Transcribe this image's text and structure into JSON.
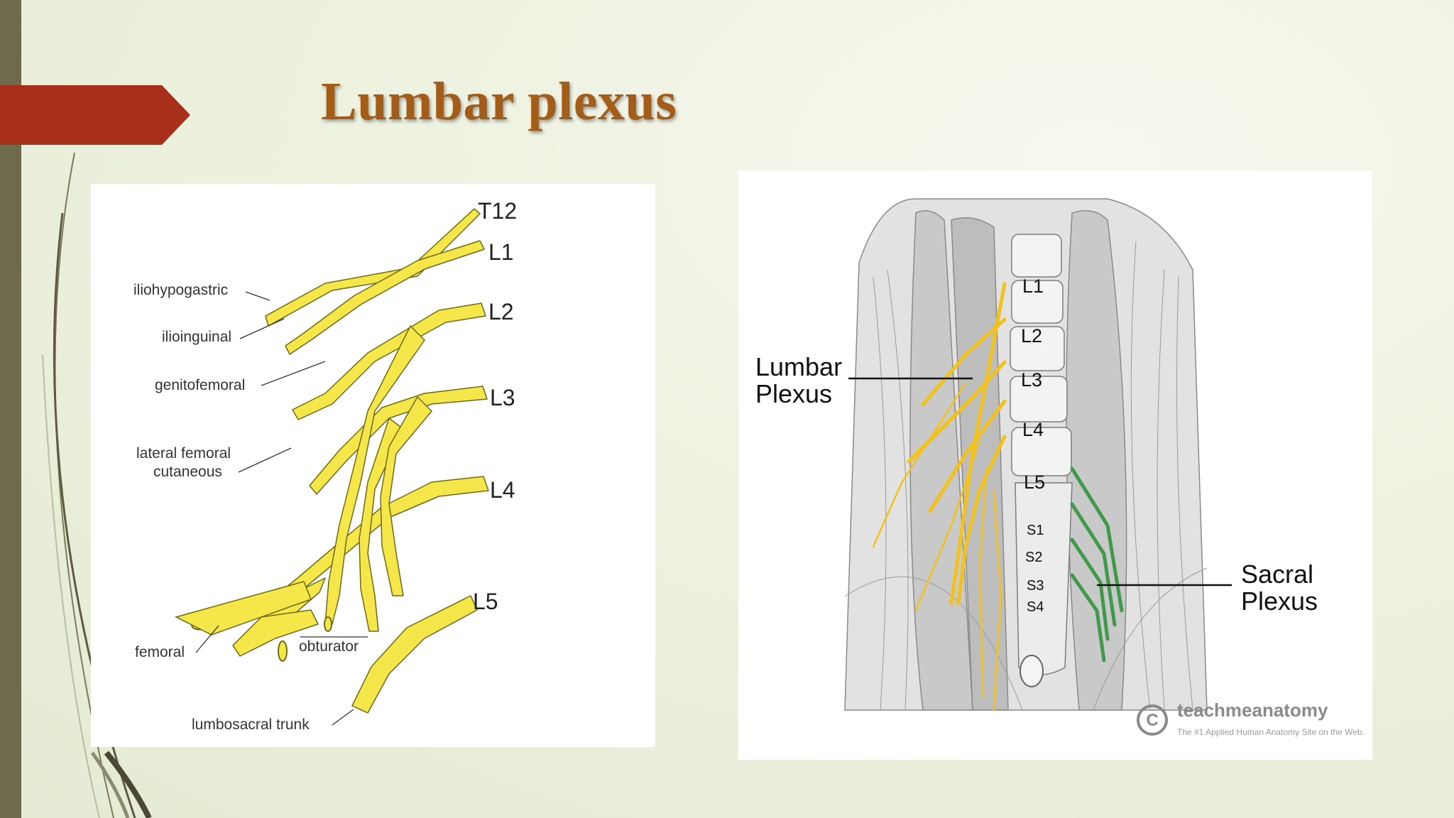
{
  "slide": {
    "title": "Lumbar plexus",
    "colors": {
      "accent_red": "#a8301a",
      "title": "#a45d18",
      "side_bar": "#6e6a4c",
      "nerve_yellow": "#f5e64a",
      "nerve_gold": "#f2c21a",
      "sacral_green": "#3f9a4a"
    }
  },
  "left_diagram": {
    "segments": [
      "T12",
      "L1",
      "L2",
      "L3",
      "L4",
      "L5"
    ],
    "nerves": {
      "iliohypogastric": "iliohypogastric",
      "ilioinguinal": "ilioinguinal",
      "genitofemoral": "genitofemoral",
      "lateral_femoral_1": "lateral femoral",
      "lateral_femoral_2": "cutaneous",
      "femoral": "femoral",
      "obturator": "obturator",
      "lumbosacral_trunk": "lumbosacral trunk"
    }
  },
  "right_diagram": {
    "vertebrae": [
      "L1",
      "L2",
      "L3",
      "L4",
      "L5"
    ],
    "sacral": [
      "S1",
      "S2",
      "S3",
      "S4"
    ],
    "lumbar_label_1": "Lumbar",
    "lumbar_label_2": "Plexus",
    "sacral_label_1": "Sacral",
    "sacral_label_2": "Plexus",
    "brand": {
      "name": "teachmeanatomy",
      "tagline": "The #1 Applied Human Anatomy Site on the Web."
    }
  }
}
